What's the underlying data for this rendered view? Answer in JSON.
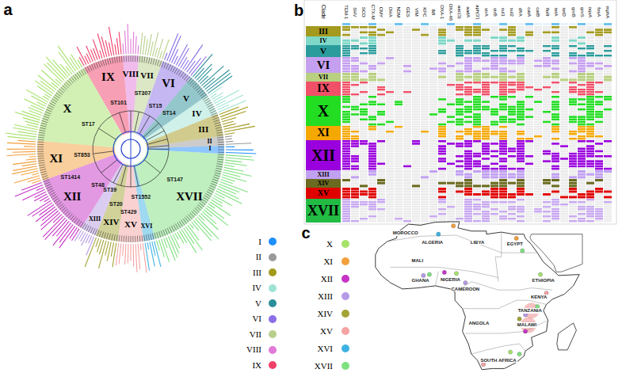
{
  "diagram": {
    "nodes": [
      {
        "text": [
          "III"
        ]
      },
      {
        "text": [
          "IV"
        ]
      },
      {
        "text": [
          "V"
        ]
      },
      {
        "text": [
          "VI"
        ]
      },
      {
        "text": [
          "VII"
        ]
      },
      {
        "text": [
          "IX"
        ]
      },
      {
        "text": [
          "X"
        ]
      },
      {
        "text": [
          "XI"
        ]
      },
      {
        "text": [
          "XII"
        ]
      },
      {
        "text": [
          "XIII"
        ]
      },
      {
        "text": [
          "XIV"
        ]
      },
      {
        "text": [
          "XV"
        ]
      },
      {
        "text": [
          "XVII"
        ]
      }
    ],
    "labels": [
      "a",
      "b",
      "c",
      "I",
      "II",
      "III",
      "IV",
      "V",
      "VI",
      "VII",
      "VIII",
      "IX",
      "X",
      "XI",
      "XII",
      "XIII",
      "XIV",
      "XV",
      "XVI",
      "XVII",
      "ST307",
      "ST15",
      "ST14",
      "ST101",
      "ST853",
      "ST17",
      "ST48",
      "ST1414",
      "ST39",
      "ST20",
      "ST429",
      "ST1552",
      "ST147",
      "Clade",
      "TEM-1",
      "SHV",
      "SCO",
      "CTX-M",
      "CMY",
      "DHA",
      "NDM",
      "GES",
      "VIM",
      "KPC",
      "IMI",
      "OXA-1",
      "OXA-48",
      "aac(3)",
      "aadA",
      "aph(3')",
      "strA",
      "strB",
      "sul1",
      "sul2",
      "dfrA",
      "catA",
      "catB",
      "floR",
      "tetA",
      "tetD",
      "qnrB",
      "qnrS",
      "oqxA",
      "fosA",
      "mphA",
      "MOROCCO",
      "ALGERIA",
      "LIBYA",
      "EGYPT",
      "MALI",
      "NIGERIA",
      "GHANA",
      "CAMEROON",
      "ETHIOPIA",
      "KENYA",
      "TANZANIA",
      "ANGOLA",
      "MALAWI",
      "SOUTH AFRICA"
    ],
    "legend": [
      {
        "text": "I",
        "color": "#1e8fff"
      },
      {
        "text": "II",
        "color": "#9a9a9a"
      },
      {
        "text": "III",
        "color": "#a39a1e"
      },
      {
        "text": "IV",
        "color": "#9fe3d3"
      },
      {
        "text": "V",
        "color": "#2a8f9a"
      },
      {
        "text": "VI",
        "color": "#8a6fe6"
      },
      {
        "text": "VII",
        "color": "#b9cf8c"
      },
      {
        "text": "VIII",
        "color": "#e07ad8"
      },
      {
        "text": "IX",
        "color": "#f0406a"
      },
      {
        "text": "X",
        "color": "#a6e26a"
      },
      {
        "text": "XI",
        "color": "#f2a03c"
      },
      {
        "text": "XII",
        "color": "#c634c6"
      },
      {
        "text": "XIII",
        "color": "#b79ae6"
      },
      {
        "text": "XIV",
        "color": "#a3a336"
      },
      {
        "text": "XV",
        "color": "#f5a3a3"
      },
      {
        "text": "XVI",
        "color": "#3fb2e3"
      },
      {
        "text": "XVII",
        "color": "#7fe07f"
      }
    ]
  }
}
